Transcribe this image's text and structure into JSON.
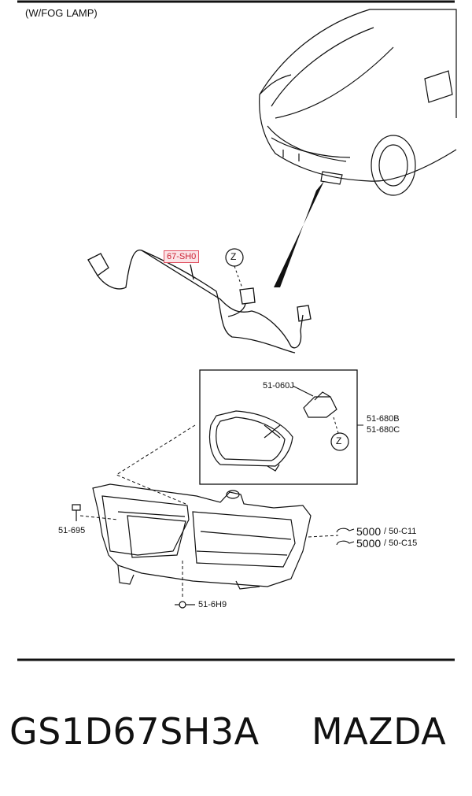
{
  "diagram": {
    "section_label": "(W/FOG LAMP)",
    "callout_z": "Z",
    "labels": {
      "harness": "67-SH0",
      "bulb": "51-060J",
      "lamp_l": "51-680B",
      "lamp_r": "51-680C",
      "screw_left": "51-695",
      "screw_bottom": "51-6H9",
      "clip_1_num": "5000",
      "clip_1_ref": "/ 50-C11",
      "clip_2_num": "5000",
      "clip_2_ref": "/ 50-C15"
    }
  },
  "footer": {
    "part_number": "GS1D67SH3A",
    "brand": "MAZDA"
  },
  "colors": {
    "line": "#111111",
    "highlight_border": "#e05060",
    "highlight_fill": "#fbe3e6"
  }
}
